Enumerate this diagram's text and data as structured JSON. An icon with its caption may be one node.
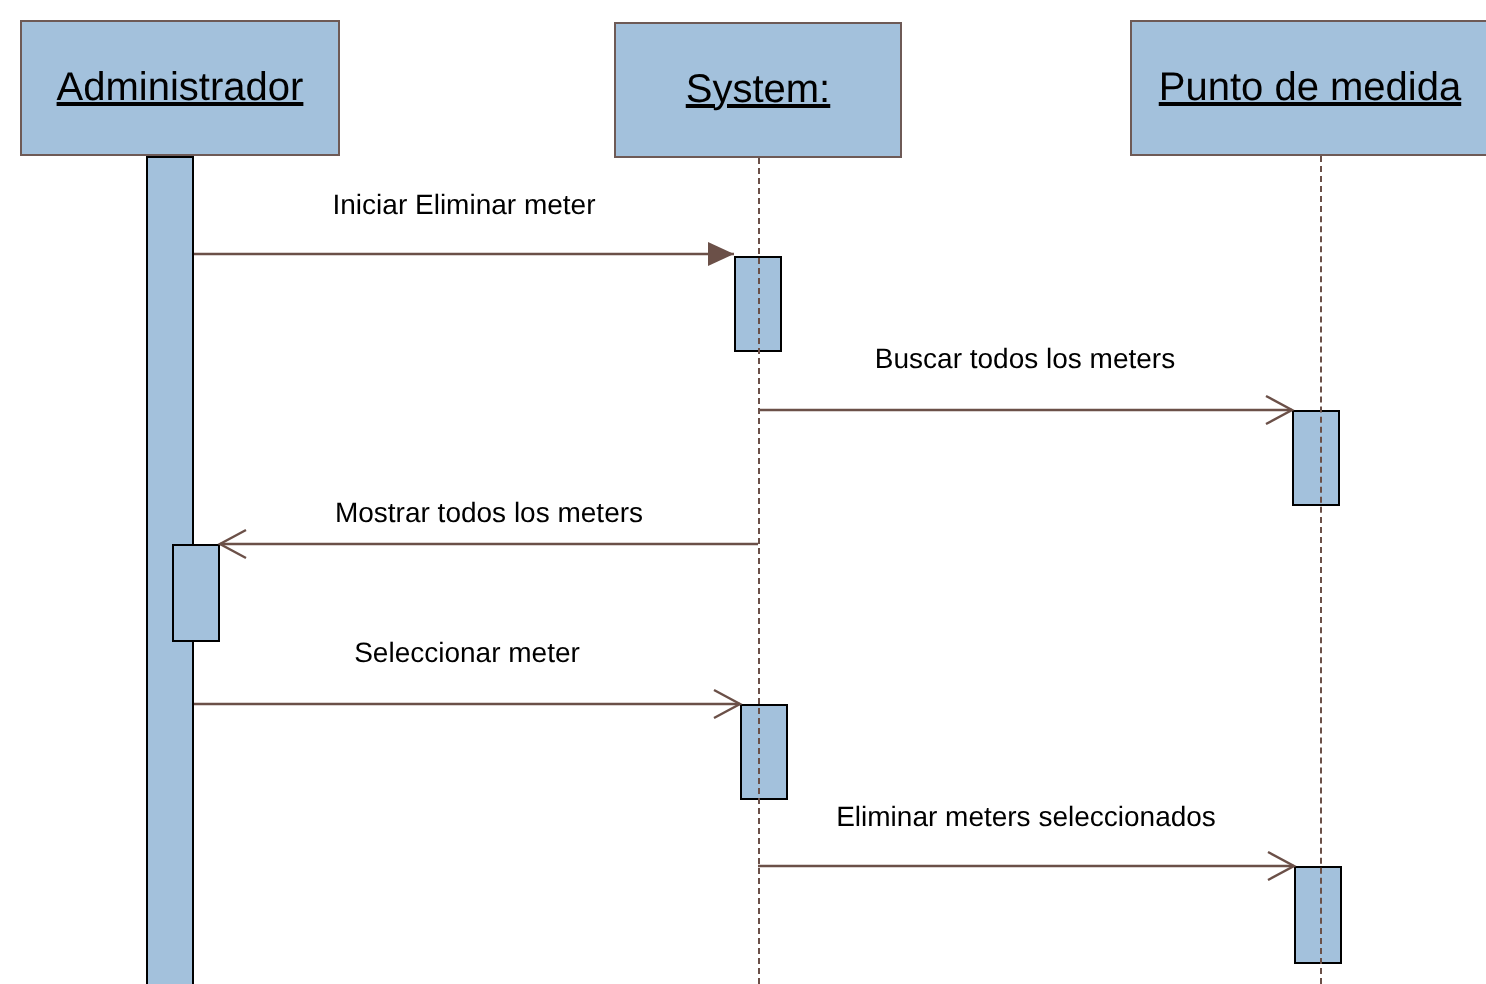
{
  "diagram": {
    "nodes": [
      {
        "text": [
          "Administrador"
        ]
      },
      {
        "text": [
          "System:"
        ]
      },
      {
        "text": [
          "Punto de medida"
        ]
      },
      {
        "text": [],
        "shape": "bar"
      },
      {
        "text": [],
        "shape": "bar"
      },
      {
        "text": [],
        "shape": "bar"
      },
      {
        "text": [],
        "shape": "bar"
      },
      {
        "text": [],
        "shape": "bar"
      },
      {
        "text": [],
        "shape": "bar"
      },
      {
        "text": [],
        "shape": "line"
      },
      {
        "text": [],
        "shape": "line"
      }
    ],
    "edges": [
      {
        "from": 3,
        "to": 4,
        "arrow": "to",
        "label": "Iniciar Eliminar meter"
      },
      {
        "from": 9,
        "to": 5,
        "arrow": "to",
        "label": "Buscar todos los meters"
      },
      {
        "from": 9,
        "to": 6,
        "arrow": "to",
        "label": "Mostrar todos los meters"
      },
      {
        "from": 3,
        "to": 7,
        "arrow": "to",
        "label": "Seleccionar meter"
      },
      {
        "from": 9,
        "to": 8,
        "arrow": "to",
        "label": "Eliminar meters seleccionados"
      }
    ]
  }
}
